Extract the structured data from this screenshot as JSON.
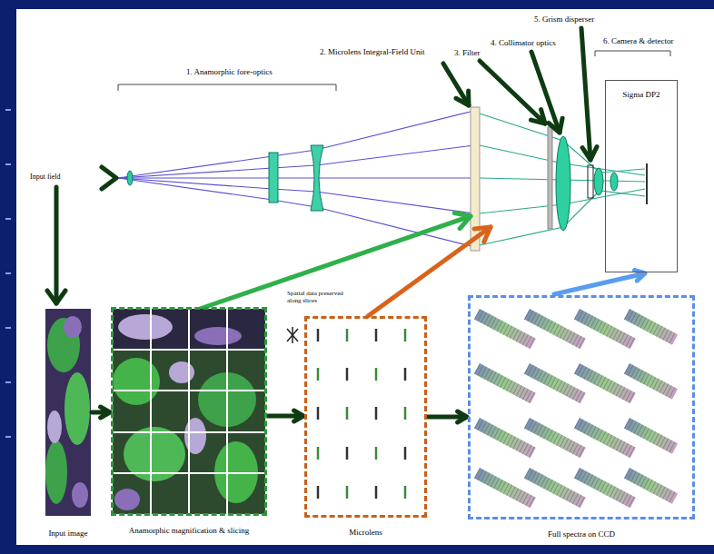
{
  "diagram": {
    "nodes": [
      {
        "text": [
          "Sigma DP2"
        ]
      },
      {
        "text": [
          "Input image"
        ]
      },
      {
        "text": [
          "Anamorphic magnification & slicing"
        ]
      },
      {
        "text": [
          "Microlens"
        ]
      },
      {
        "text": [
          "Full spectra on CCD"
        ]
      }
    ],
    "edges": [
      {
        "from": 1,
        "to": 2,
        "arrow": "to"
      },
      {
        "from": 2,
        "to": 3,
        "arrow": "to"
      },
      {
        "from": 3,
        "to": 4,
        "arrow": "to"
      },
      {
        "from": 4,
        "to": 0,
        "arrow": "to"
      }
    ],
    "labels": [
      "Input field",
      "1. Anamorphic fore-optics",
      "2. Microlens Integral-Field Unit",
      "3. Filter",
      "4. Collimator optics",
      "5. Grism disperser",
      "6. Camera & detector",
      "Spatial data preserved along slices"
    ]
  }
}
